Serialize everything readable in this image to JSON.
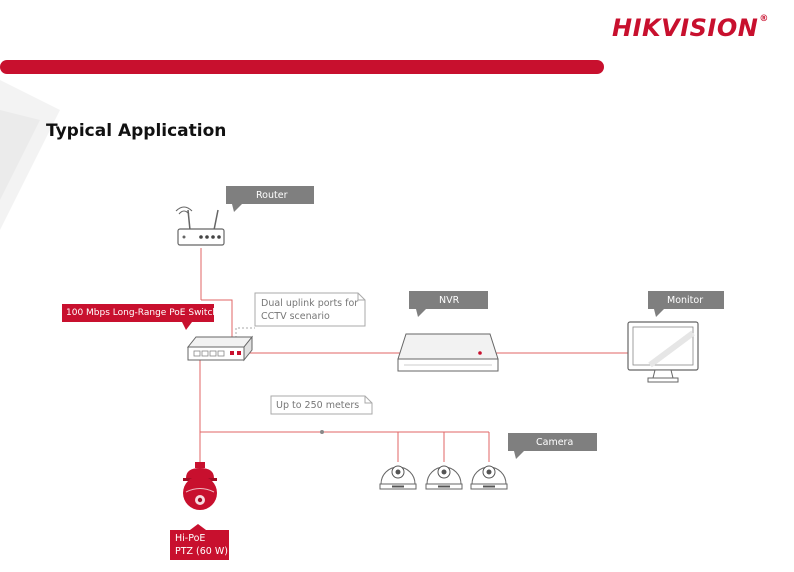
{
  "header": {
    "brand": "HIKVISION",
    "trademark": "®",
    "accent_color": "#c8102e"
  },
  "page": {
    "title": "Typical Application"
  },
  "diagram": {
    "nodes": {
      "router": {
        "label": "Router",
        "icon": "router-icon"
      },
      "switch": {
        "label": "100 Mbps Long-Range PoE Switch",
        "icon": "poe-switch-icon"
      },
      "nvr": {
        "label": "NVR",
        "icon": "nvr-icon"
      },
      "monitor": {
        "label": "Monitor",
        "icon": "monitor-icon"
      },
      "camera": {
        "label": "Camera",
        "icon": "dome-camera-icon"
      },
      "ptz": {
        "label_line1": "Hi-PoE",
        "label_line2": "PTZ (60 W)",
        "icon": "ptz-camera-icon"
      }
    },
    "notes": {
      "uplink_line1": "Dual uplink ports for",
      "uplink_line2": "CCTV scenario",
      "distance": "Up to 250 meters"
    },
    "colors": {
      "label_gray": "#7f7f7f",
      "label_red": "#c8102e",
      "cable_red": "#e06666"
    }
  }
}
